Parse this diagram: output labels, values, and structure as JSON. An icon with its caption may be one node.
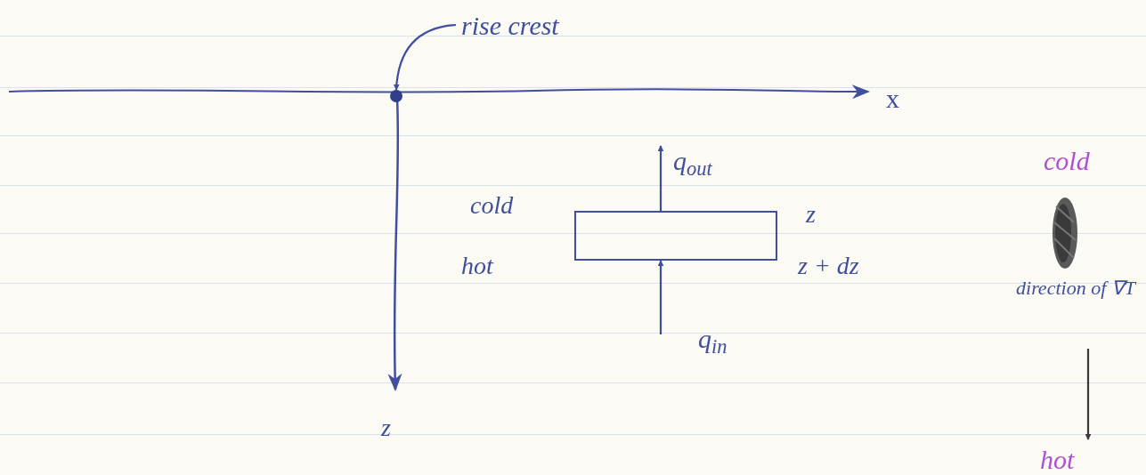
{
  "diagram": {
    "nodes": [
      {
        "text": [
          "rise crest"
        ]
      },
      {
        "text": [],
        "shape": "circle"
      },
      {
        "text": [],
        "shape": "box"
      },
      {
        "text": [
          "q$_{out}$"
        ]
      },
      {
        "text": [
          "q$_{in}$"
        ]
      },
      {
        "text": [
          "direction of ∇T"
        ]
      },
      {
        "text": [
          "hot"
        ]
      }
    ],
    "edges": [
      {
        "from": 0,
        "to": 1,
        "arrow": "to"
      },
      {
        "from": 2,
        "to": 3,
        "arrow": "to"
      },
      {
        "from": 4,
        "to": 2,
        "arrow": "to"
      },
      {
        "from": 5,
        "to": 6,
        "arrow": "to",
        "color": "#3a3a3a"
      }
    ],
    "labels": [
      "x",
      "cold",
      "cold",
      "z",
      "hot",
      "z + dz",
      "z"
    ]
  }
}
